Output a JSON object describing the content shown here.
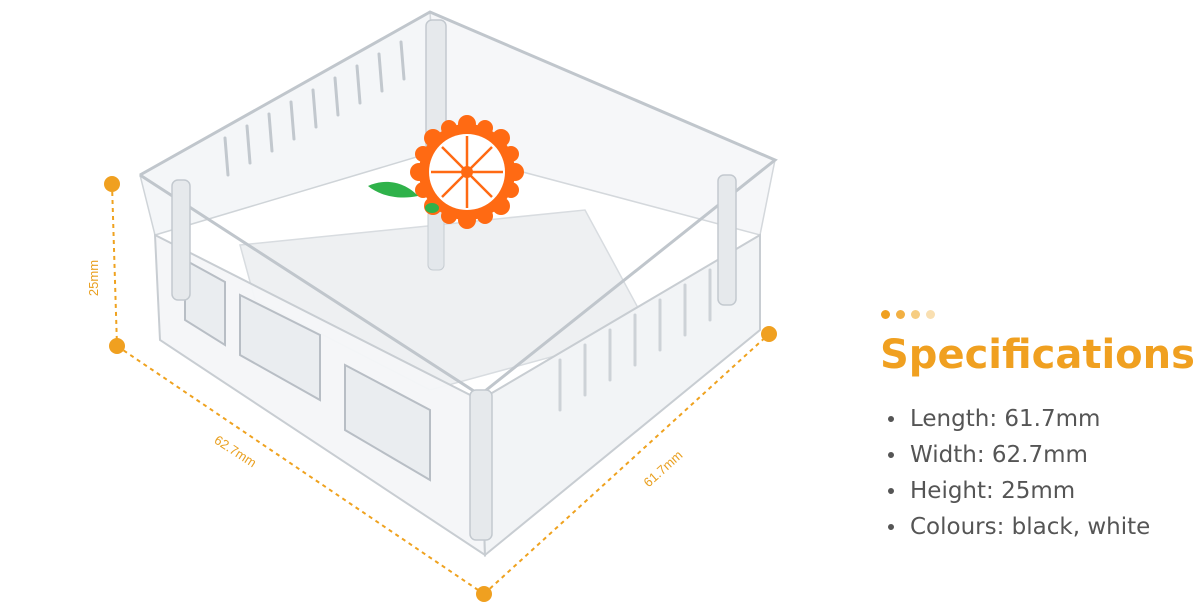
{
  "dimensions": {
    "height_label": "25mm",
    "width_label": "62.7mm",
    "length_label": "61.7mm"
  },
  "specs": {
    "heading": "Specifications",
    "items": [
      {
        "label": "Length: 61.7mm"
      },
      {
        "label": "Width: 62.7mm"
      },
      {
        "label": "Height: 25mm"
      },
      {
        "label": "Colours: black, white"
      }
    ]
  },
  "colors": {
    "accent": "#f0a020",
    "dim_line": "#efa21f",
    "dot_1": "#f0a020",
    "dot_2": "#f2b043",
    "dot_3": "#f6cd82",
    "dot_4": "#f9dfb1",
    "body_text": "#555555",
    "logo_orange": "#ff6a13",
    "logo_green": "#2fb24a"
  }
}
